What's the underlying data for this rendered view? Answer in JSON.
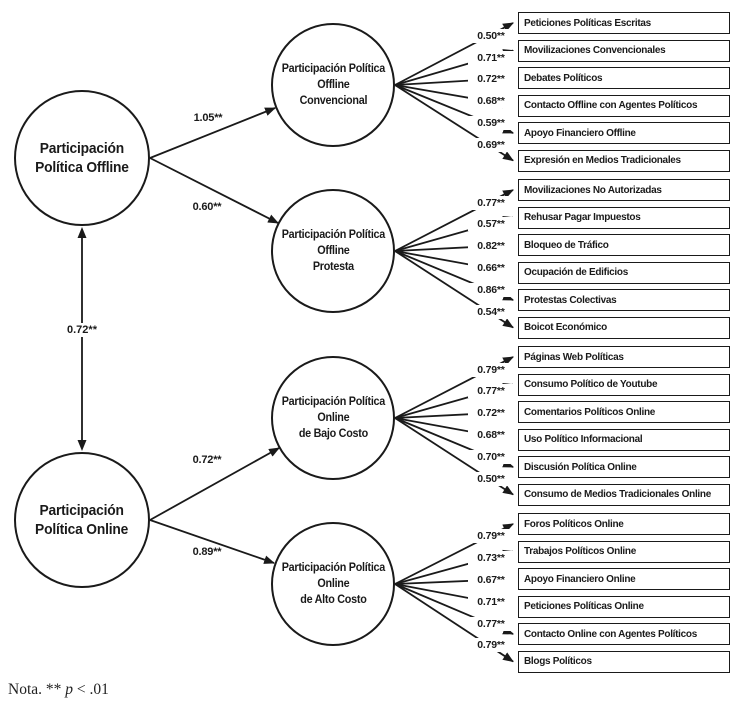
{
  "diagram": {
    "colors": {
      "stroke": "#1a1a1a",
      "background": "#ffffff"
    },
    "note": {
      "prefix": "Nota. ** ",
      "p": "p",
      "suffix": " < .01"
    },
    "covariance": "0.72**",
    "latent": [
      {
        "line1": "Participación",
        "line2": "Política Offline"
      },
      {
        "line1": "Participación",
        "line2": "Política Online"
      }
    ],
    "factors": [
      {
        "line1": "Participación Política",
        "line2": "Offline",
        "line3": "Convencional",
        "path": "1.05**",
        "indicators": [
          {
            "label": "Peticiones Políticas Escritas",
            "loading": "0.50**"
          },
          {
            "label": "Movilizaciones Convencionales",
            "loading": "0.71**"
          },
          {
            "label": "Debates Políticos",
            "loading": "0.72**"
          },
          {
            "label": "Contacto Offline con Agentes Políticos",
            "loading": "0.68**"
          },
          {
            "label": "Apoyo Financiero Offline",
            "loading": "0.59**"
          },
          {
            "label": "Expresión en Medios Tradicionales",
            "loading": "0.69**"
          }
        ]
      },
      {
        "line1": "Participación Política",
        "line2": "Offline",
        "line3": "Protesta",
        "path": "0.60**",
        "indicators": [
          {
            "label": "Movilizaciones No Autorizadas",
            "loading": "0.77**"
          },
          {
            "label": "Rehusar Pagar Impuestos",
            "loading": "0.57**"
          },
          {
            "label": "Bloqueo de Tráfico",
            "loading": "0.82**"
          },
          {
            "label": "Ocupación de Edificios",
            "loading": "0.66**"
          },
          {
            "label": "Protestas Colectivas",
            "loading": "0.86**"
          },
          {
            "label": "Boicot Económico",
            "loading": "0.54**"
          }
        ]
      },
      {
        "line1": "Participación Política",
        "line2": "Online",
        "line3": "de Bajo Costo",
        "path": "0.72**",
        "indicators": [
          {
            "label": "Páginas Web Políticas",
            "loading": "0.79**"
          },
          {
            "label": "Consumo Político de Youtube",
            "loading": "0.77**"
          },
          {
            "label": "Comentarios Políticos Online",
            "loading": "0.72**"
          },
          {
            "label": "Uso Político Informacional",
            "loading": "0.68**"
          },
          {
            "label": "Discusión Política Online",
            "loading": "0.70**"
          },
          {
            "label": "Consumo de Medios Tradicionales Online",
            "loading": "0.50**"
          }
        ]
      },
      {
        "line1": "Participación Política",
        "line2": "Online",
        "line3": "de Alto Costo",
        "path": "0.89**",
        "indicators": [
          {
            "label": "Foros Políticos Online",
            "loading": "0.79**"
          },
          {
            "label": "Trabajos Políticos Online",
            "loading": "0.73**"
          },
          {
            "label": "Apoyo Financiero Online",
            "loading": "0.67**"
          },
          {
            "label": "Peticiones Políticas Online",
            "loading": "0.71**"
          },
          {
            "label": "Contacto Online con Agentes Políticos",
            "loading": "0.77**"
          },
          {
            "label": "Blogs Políticos",
            "loading": "0.79**"
          }
        ]
      }
    ]
  }
}
